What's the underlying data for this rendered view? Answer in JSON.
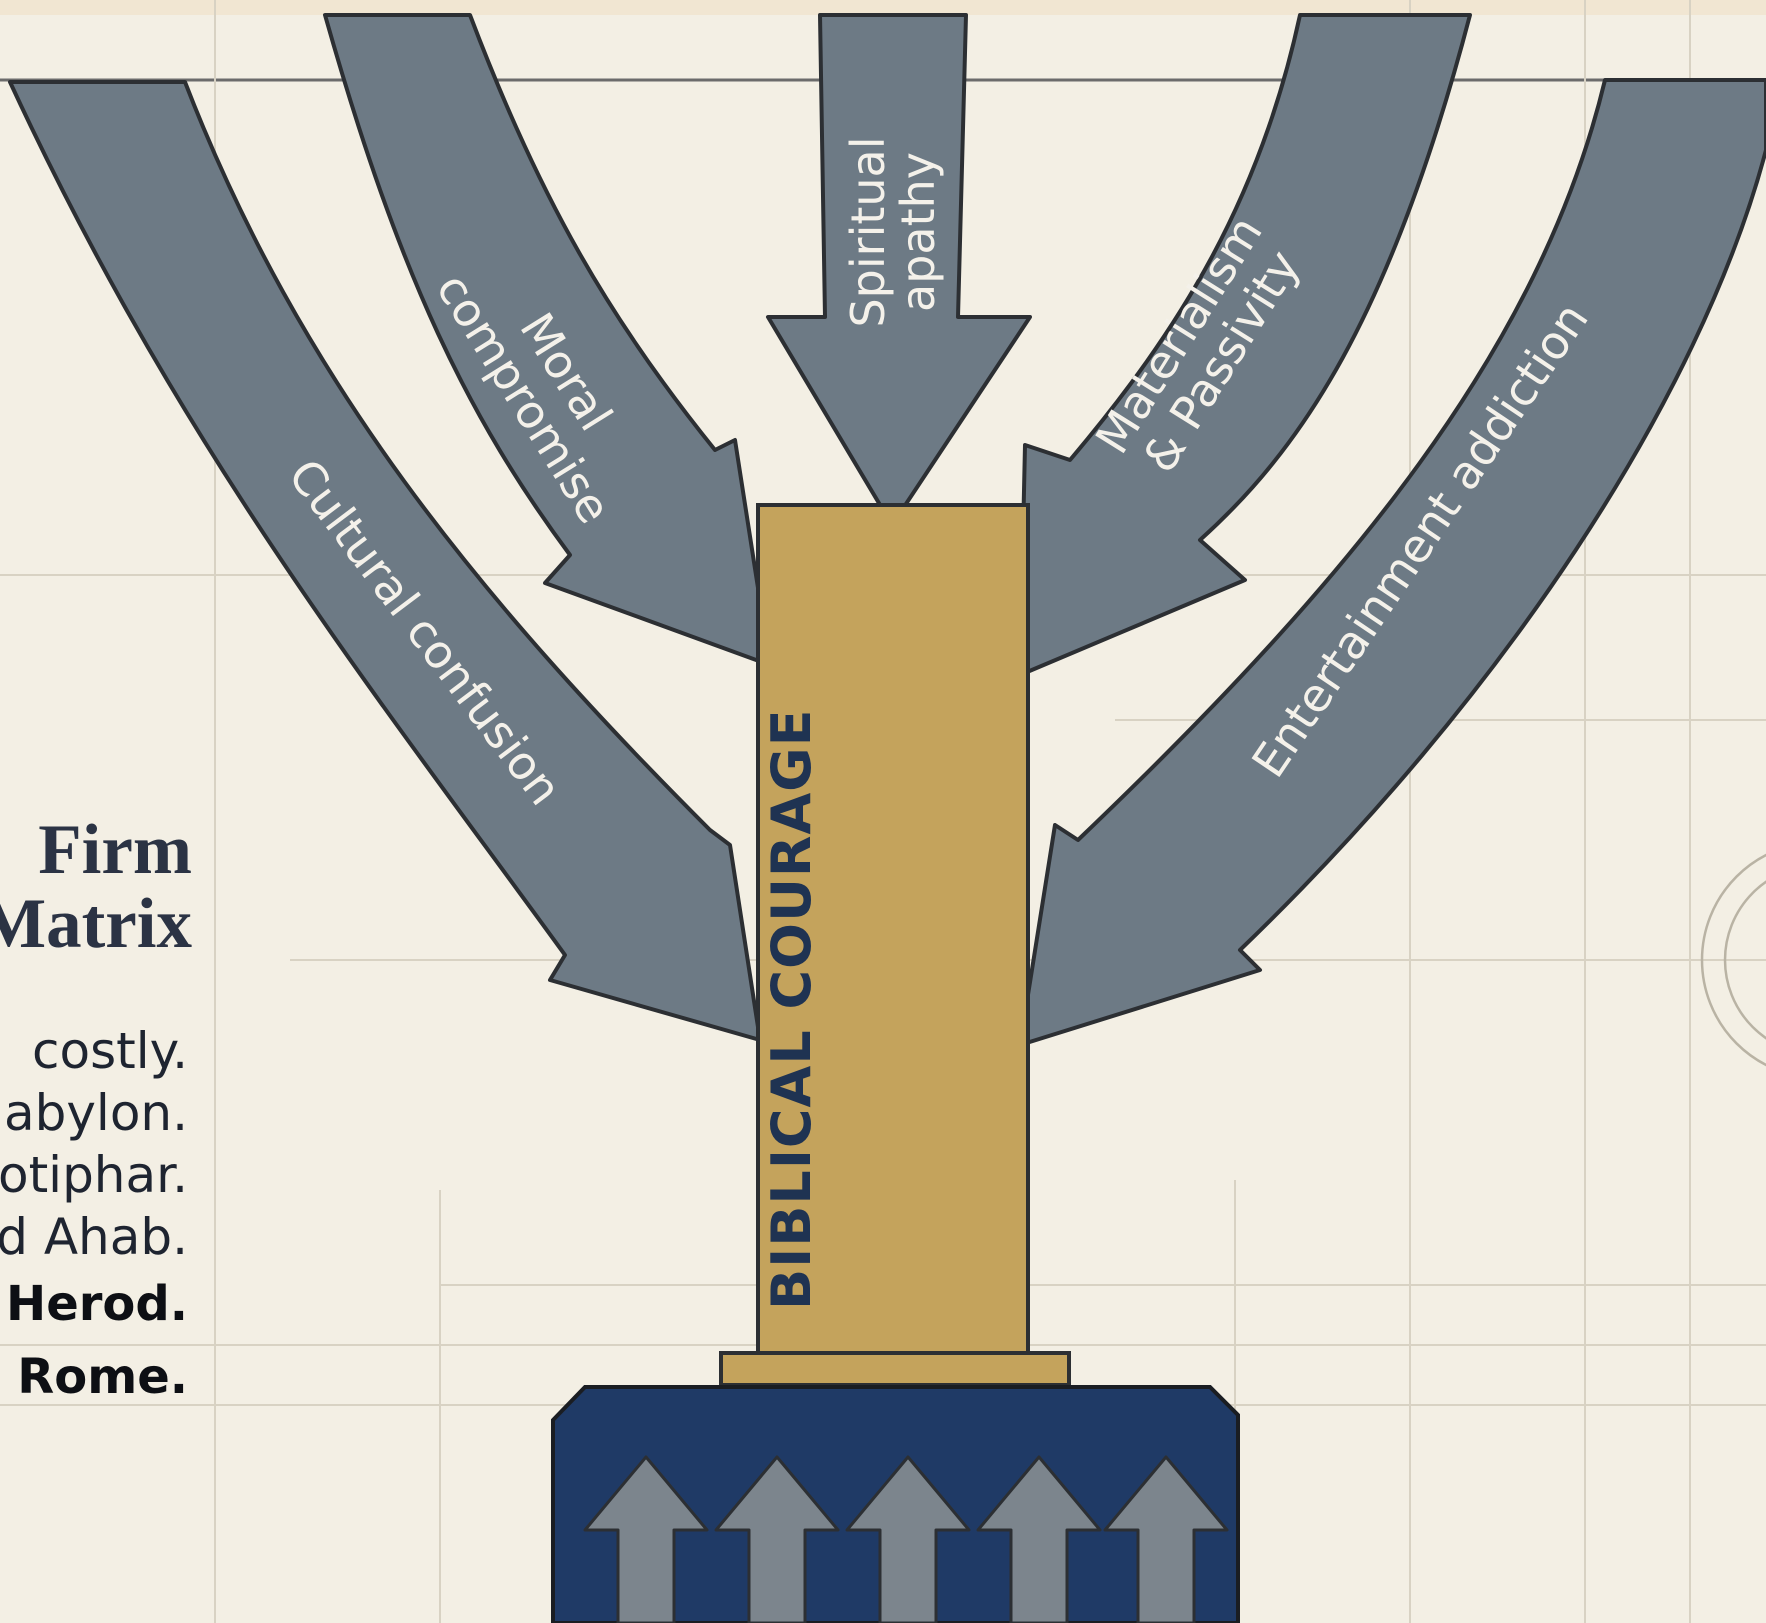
{
  "heading": {
    "line1": "Firm",
    "line2": "Matrix"
  },
  "body_lines": [
    "costly.",
    "abylon.",
    "otiphar.",
    "d Ahab.",
    "Herod.",
    "Rome."
  ],
  "pillar": {
    "label": "BIBLICAL COURAGE"
  },
  "pressure_arrows": [
    {
      "line1": "Cultural confusion",
      "line2": ""
    },
    {
      "line1": "Moral",
      "line2": "compromise"
    },
    {
      "line1": "Spiritual",
      "line2": "apathy"
    },
    {
      "line1": "Materialism",
      "line2": "& Passivity"
    },
    {
      "line1": "Entertainment addiction",
      "line2": ""
    }
  ],
  "colors": {
    "background": "#f3efe4",
    "arrow_gray": "#6d7a85",
    "pillar_gold": "#c4a35c",
    "base_navy": "#1f3a66",
    "base_arrow_gray": "#7c858d",
    "outline": "#2c2f33"
  }
}
